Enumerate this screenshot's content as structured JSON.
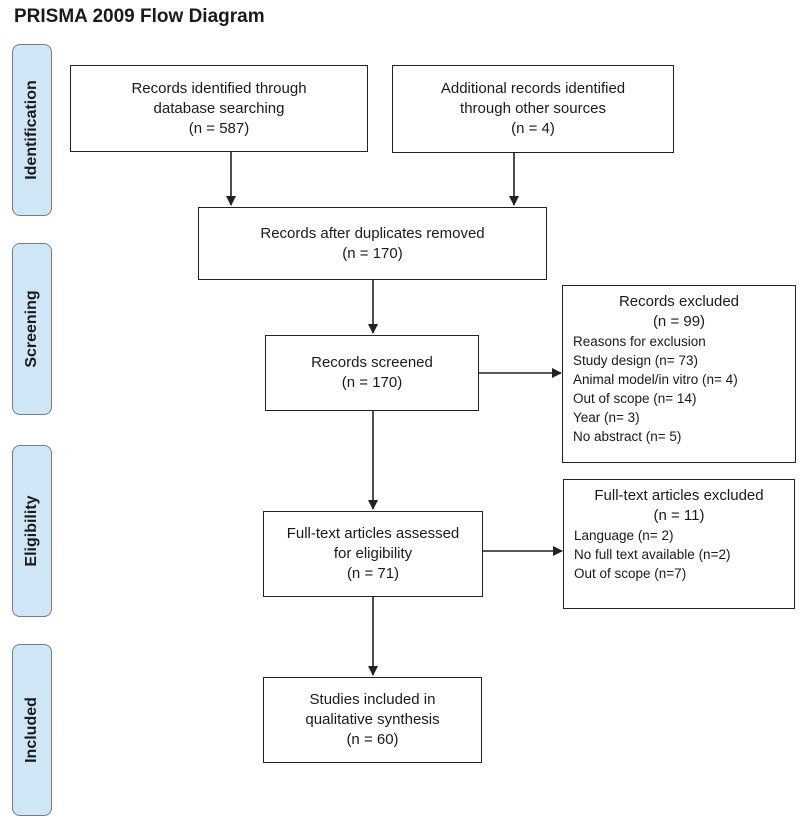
{
  "title": "PRISMA 2009 Flow Diagram",
  "stages": {
    "identification": "Identification",
    "screening": "Screening",
    "eligibility": "Eligibility",
    "included": "Included"
  },
  "boxes": {
    "database": {
      "line1": "Records identified through",
      "line2": "database searching",
      "line3": "(n = 587)"
    },
    "additional": {
      "line1": "Additional records identified",
      "line2": "through other sources",
      "line3": "(n = 4)"
    },
    "duplicates": {
      "line1": "Records after duplicates removed",
      "line2": "(n = 170)"
    },
    "screened": {
      "line1": "Records screened",
      "line2": "(n = 170)"
    },
    "excluded": {
      "title": "Records excluded",
      "count": "(n = 99)",
      "reasons": [
        "Reasons for exclusion",
        "Study design (n= 73)",
        "Animal model/in vitro (n= 4)",
        "Out of scope (n= 14)",
        "Year (n= 3)",
        "No abstract (n= 5)"
      ]
    },
    "fulltext": {
      "line1": "Full-text articles assessed",
      "line2": "for eligibility",
      "line3": "(n = 71)"
    },
    "fulltext_excluded": {
      "title": "Full-text articles excluded",
      "count": "(n = 11)",
      "reasons": [
        "Language (n= 2)",
        "No full text available (n=2)",
        "Out of scope (n=7)"
      ]
    },
    "included": {
      "line1": "Studies included in",
      "line2": "qualitative synthesis",
      "line3": "(n = 60)"
    }
  },
  "colors": {
    "stage_fill": "#cfe6f7",
    "stage_border": "#6d7f8c",
    "line": "#222222"
  }
}
